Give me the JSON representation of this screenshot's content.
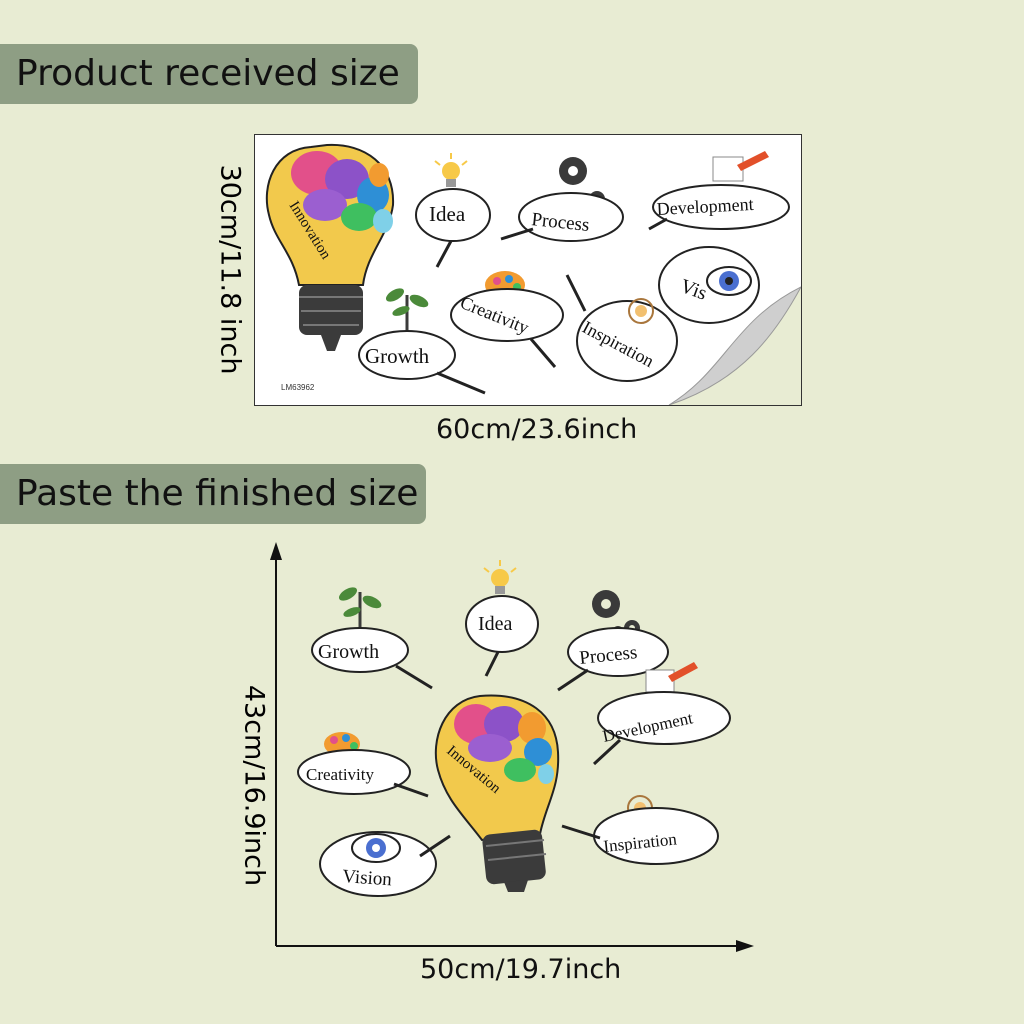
{
  "headings": {
    "received": "Product received size",
    "finished": "Paste the finished size"
  },
  "sheet": {
    "sku": "LM63962",
    "width_label": "60cm/23.6inch",
    "height_label": "30cm/11.8 inch"
  },
  "finished": {
    "width_label": "50cm/19.7inch",
    "height_label": "43cm/16.9inch"
  },
  "words": {
    "innovation": "Innovation",
    "idea": "Idea",
    "process": "Process",
    "development": "Development",
    "growth": "Growth",
    "creativity": "Creativity",
    "inspiration": "Inspiration",
    "vision": "Vision",
    "vision_partial": "Vis"
  },
  "colors": {
    "background": "#e8ecd3",
    "badge": "#8e9e84",
    "bulb_yellow": "#f2c94c",
    "bulb_base": "#3b3b3b",
    "eye_blue": "#4a6fd0"
  }
}
